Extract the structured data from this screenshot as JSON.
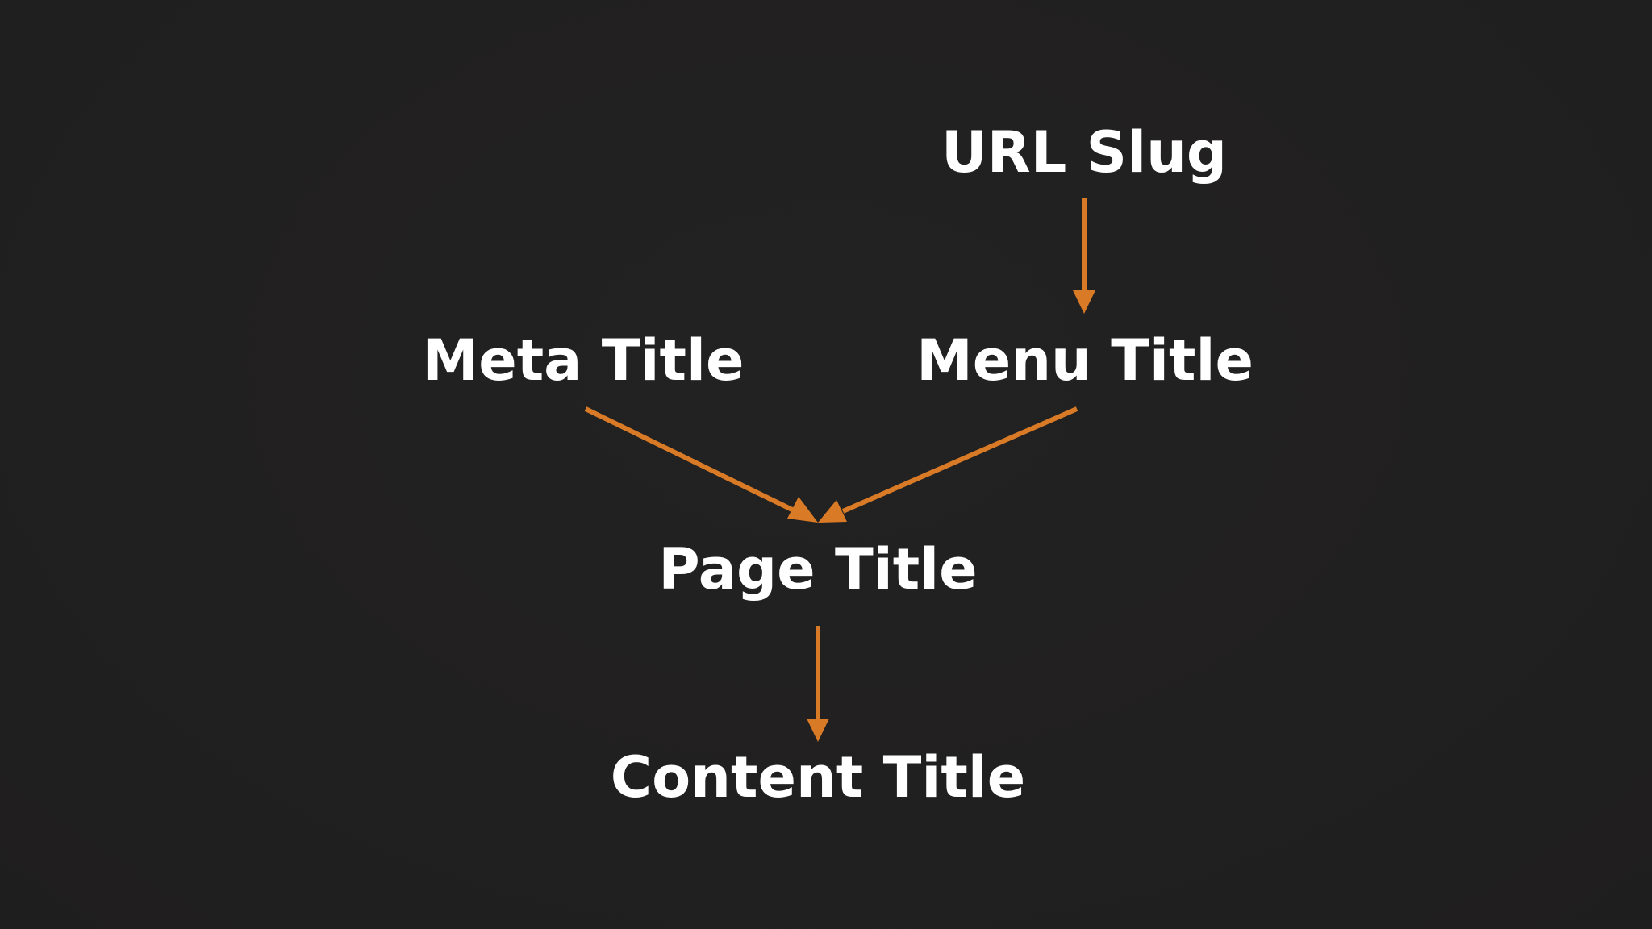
{
  "diagram": {
    "nodes": {
      "url_slug": "URL Slug",
      "meta_title": "Meta Title",
      "menu_title": "Menu Title",
      "page_title": "Page Title",
      "content_title": "Content Title"
    },
    "edges": [
      {
        "from": "URL Slug",
        "to": "Menu Title"
      },
      {
        "from": "Meta Title",
        "to": "Page Title"
      },
      {
        "from": "Menu Title",
        "to": "Page Title"
      },
      {
        "from": "Page Title",
        "to": "Content Title"
      }
    ],
    "colors": {
      "background": "#222121",
      "text": "#ffffff",
      "arrow": "#d97a27"
    }
  }
}
